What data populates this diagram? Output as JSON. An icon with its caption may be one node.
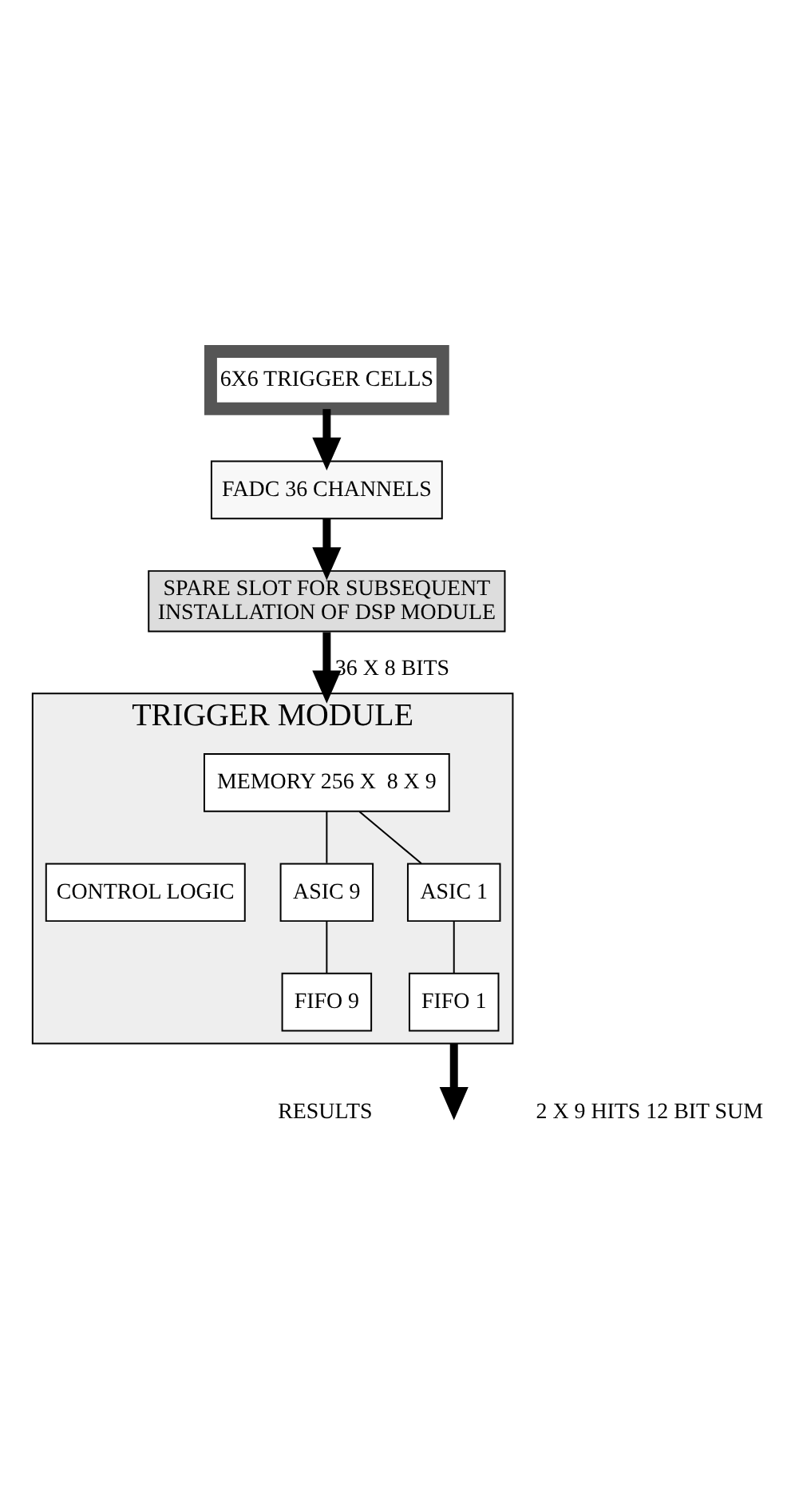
{
  "diagram": {
    "nodes": [
      {
        "text": [
          "6X6 TRIGGER CELLS"
        ]
      },
      {
        "text": [
          "FADC 36 CHANNELS"
        ]
      },
      {
        "text": [
          "SPARE SLOT FOR SUBSEQUENT INSTALLATION OF DSP MODULE"
        ]
      },
      {
        "text": [
          "TRIGGER MODULE"
        ]
      },
      {
        "text": [
          "MEMORY 256 X  8 X 9"
        ],
        "in": 3
      },
      {
        "text": [
          "CONTROL LOGIC"
        ],
        "in": 3
      },
      {
        "text": [
          "ASIC 9"
        ],
        "in": 3
      },
      {
        "text": [
          "ASIC 1"
        ],
        "in": 3
      },
      {
        "text": [
          "FIFO 9"
        ],
        "in": 3
      },
      {
        "text": [
          "FIFO 1"
        ],
        "in": 3
      }
    ],
    "edges": [
      {
        "from": 0,
        "to": 1,
        "arrow": "to",
        "style": "thick"
      },
      {
        "from": 1,
        "to": 2,
        "arrow": "to",
        "style": "thick"
      },
      {
        "from": 2,
        "to": 3,
        "arrow": "to",
        "style": "thick",
        "label": "36 X 8 BITS"
      },
      {
        "from": 4,
        "to": 6,
        "arrow": "none"
      },
      {
        "from": 4,
        "to": 7,
        "arrow": "none"
      },
      {
        "from": 6,
        "to": 8,
        "arrow": "none"
      },
      {
        "from": 7,
        "to": 9,
        "arrow": "none"
      },
      {
        "from": 3,
        "to": null,
        "arrow": "to",
        "style": "thick"
      }
    ],
    "labels": [
      "RESULTS",
      "2 X 9 HITS 12 BIT SUM"
    ]
  }
}
